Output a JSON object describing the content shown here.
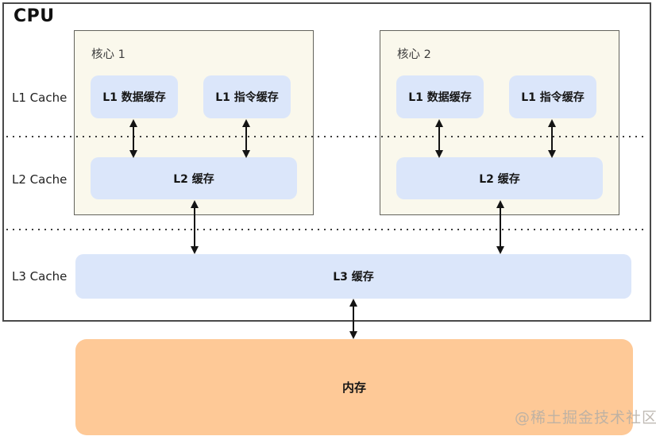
{
  "diagram": {
    "title": "CPU",
    "side_labels": {
      "l1": "L1 Cache",
      "l2": "L2 Cache",
      "l3": "L3 Cache"
    },
    "cores": [
      {
        "name": "核心 1",
        "l1_data": "L1 数据缓存",
        "l1_inst": "L1 指令缓存",
        "l2": "L2 缓存"
      },
      {
        "name": "核心 2",
        "l1_data": "L1 数据缓存",
        "l1_inst": "L1 指令缓存",
        "l2": "L2 缓存"
      }
    ],
    "l3_label": "L3 缓存",
    "memory_label": "内存",
    "watermark": "@稀土掘金技术社区",
    "colors": {
      "cache_fill": "#dbe6fa",
      "core_fill": "#faf8ec",
      "memory_fill": "#fec997",
      "frame_border": "#4a4a4a"
    }
  }
}
